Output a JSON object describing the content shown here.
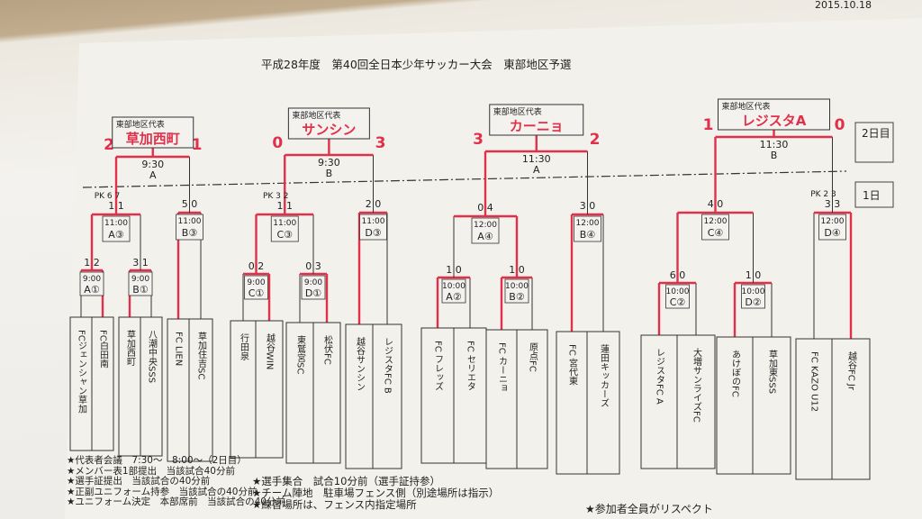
{
  "date_stamp": "2015.10.18",
  "title": "平成28年度　第40回全日本少年サッカー大会　東部地区予選",
  "day_labels": [
    "2日目",
    "1日"
  ],
  "representative_label": "東部地区代表",
  "winners": [
    "草加西町",
    "サンシン",
    "カーニョ",
    "レジスタA"
  ],
  "teams": [
    "FCジェンシャン草加",
    "FC白田南",
    "草加西町",
    "八潮中央SSS",
    "FC LIEN",
    "草加住吉SC",
    "行田泉",
    "越谷WIN",
    "東鷲宮SC",
    "松伏FC",
    "越谷サンシン",
    "レジスタFC B",
    "FC フレッズ",
    "FC セリエタ",
    "FC カーニョ",
    "原点FC",
    "FC 宮代東",
    "蓮田キッカーズ",
    "レジスタFC A",
    "大増サンライズFC",
    "あけぼのFC",
    "草加東SSS",
    "FC KAZO U12",
    "越谷FC Jr"
  ],
  "first_round": [
    {
      "time": "9:00",
      "label": "A①",
      "score": "1 2"
    },
    {
      "time": "9:00",
      "label": "B①",
      "score": "3 1"
    },
    {
      "time": "9:00",
      "label": "C①",
      "score": "0 2"
    },
    {
      "time": "9:00",
      "label": "D①",
      "score": "0 3"
    },
    {
      "time": "10:00",
      "label": "A②",
      "score": "1 0"
    },
    {
      "time": "10:00",
      "label": "B②",
      "score": "1 0"
    },
    {
      "time": "10:00",
      "label": "C②",
      "score": "6 0"
    },
    {
      "time": "10:00",
      "label": "D②",
      "score": "1 0"
    }
  ],
  "second_round": [
    {
      "time": "11:00",
      "label": "A③",
      "score": "1 1",
      "pk": "PK 6 7"
    },
    {
      "time": "11:00",
      "label": "B③",
      "score": "5 0"
    },
    {
      "time": "11:00",
      "label": "C③",
      "score": "1 1",
      "pk": "PK 3 2"
    },
    {
      "time": "11:00",
      "label": "D③",
      "score": "2 0"
    },
    {
      "time": "12:00",
      "label": "A④",
      "score": "0 4"
    },
    {
      "time": "12:00",
      "label": "B④",
      "score": "3 0"
    },
    {
      "time": "12:00",
      "label": "C④",
      "score": "4 0"
    },
    {
      "time": "12:00",
      "label": "D④",
      "score": "3 3",
      "pk": "PK 2 3"
    }
  ],
  "finals": [
    {
      "time": "9:30",
      "label": "A",
      "hand_scores": [
        "2",
        "1"
      ]
    },
    {
      "time": "9:30",
      "label": "B",
      "hand_scores": [
        "0",
        "3"
      ]
    },
    {
      "time": "11:30",
      "label": "A",
      "hand_scores": [
        "3",
        "2"
      ]
    },
    {
      "time": "11:30",
      "label": "B",
      "hand_scores": [
        "1",
        "0"
      ]
    }
  ],
  "small_pk": "PK",
  "notes_left": [
    "★代表者会議　7:30～　8:00～（2日目）",
    "★メンバー表1部提出　当該試合40分前",
    "★選手証提出　当該試合の40分前",
    "★正副ユニフォーム持参　当該試合の40分前",
    "★ユニフォーム決定　本部席前　当該試合の40分前"
  ],
  "notes_mid": [
    "★選手集合　試合10分前（選手証持参）",
    "★チーム陣地　駐車場フェンス側（別途場所は指示）",
    "★練習場所は、フェンス内指定場所"
  ],
  "notes_right": "★参加者全員がリスペクト"
}
